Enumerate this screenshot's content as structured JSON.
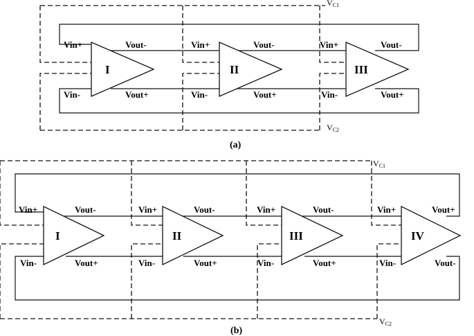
{
  "figure": {
    "panel_a": {
      "caption": "(a)",
      "vc1": {
        "main": "V",
        "sub": "C1"
      },
      "vc2": {
        "main": "V",
        "sub": "C2"
      },
      "stages": [
        {
          "label": "I",
          "vin_plus": "Vin+",
          "vin_minus": "Vin-",
          "vout_top": "Vout-",
          "vout_bottom": "Vout+"
        },
        {
          "label": "II",
          "vin_plus": "Vin+",
          "vin_minus": "Vin-",
          "vout_top": "Vout-",
          "vout_bottom": "Vout+"
        },
        {
          "label": "III",
          "vin_plus": "Vin+",
          "vin_minus": "Vin-",
          "vout_top": "Vout-",
          "vout_bottom": "Vout+"
        }
      ]
    },
    "panel_b": {
      "caption": "(b)",
      "vc1": {
        "main": "V",
        "sub": "C1"
      },
      "vc2": {
        "main": "V",
        "sub": "C2"
      },
      "stages": [
        {
          "label": "I",
          "vin_plus": "Vin+",
          "vin_minus": "Vin-",
          "vout_top": "Vout-",
          "vout_bottom": "Vout+"
        },
        {
          "label": "II",
          "vin_plus": "Vin+",
          "vin_minus": "Vin-",
          "vout_top": "Vout-",
          "vout_bottom": "Vout+"
        },
        {
          "label": "III",
          "vin_plus": "Vin+",
          "vin_minus": "Vin-",
          "vout_top": "Vout-",
          "vout_bottom": "Vout+"
        },
        {
          "label": "IV",
          "vin_plus": "Vin+",
          "vin_minus": "Vin-",
          "vout_top": "Vout+",
          "vout_bottom": "Vout-"
        }
      ]
    }
  }
}
